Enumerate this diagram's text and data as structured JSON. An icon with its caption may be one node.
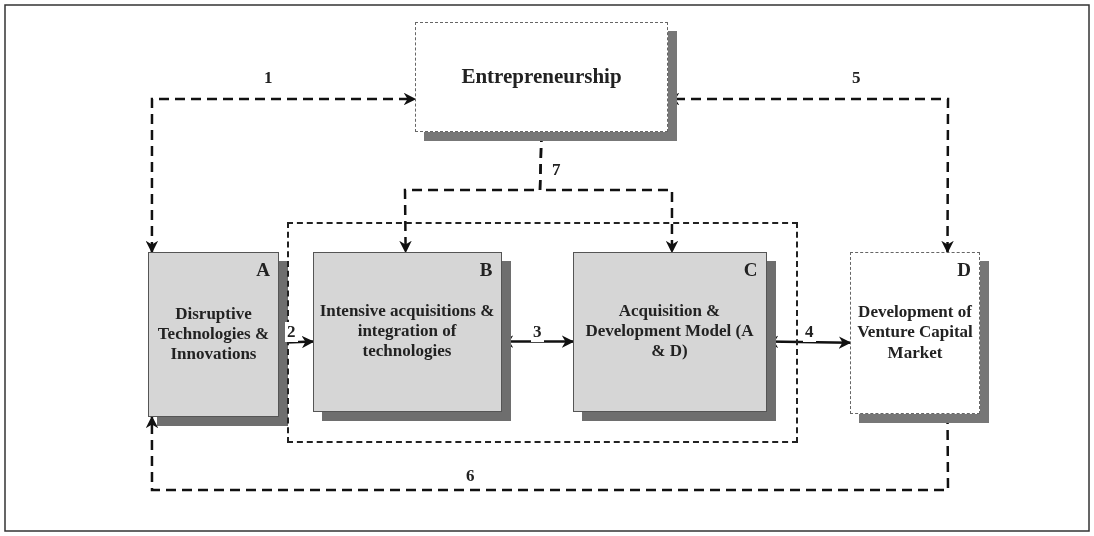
{
  "diagram": {
    "nodes": [
      {
        "text": [
          "Entrepreneurship"
        ]
      },
      {
        "text": [
          "A",
          "Disruptive Technologies & Innovations"
        ]
      },
      {
        "text": [],
        "shape": "box"
      },
      {
        "text": [
          "B",
          "Intensive acquisitions & integration of technologies"
        ],
        "in": 2
      },
      {
        "text": [
          "C",
          "Acquisition & Development Model (A & D)"
        ],
        "in": 2
      },
      {
        "text": [
          "D",
          "Development of Venture Capital Market"
        ]
      }
    ],
    "edges": [
      {
        "from": 1,
        "to": 0,
        "arrow": "both",
        "label": "1",
        "style": "dashed"
      },
      {
        "from": 1,
        "to": 3,
        "arrow": "to",
        "label": "2"
      },
      {
        "from": 3,
        "to": 4,
        "arrow": "both",
        "label": "3"
      },
      {
        "from": 4,
        "to": 5,
        "arrow": "both",
        "label": "4"
      },
      {
        "from": 5,
        "to": 0,
        "arrow": "both",
        "label": "5",
        "style": "dashed"
      },
      {
        "from": 5,
        "to": 1,
        "arrow": "to",
        "label": "6",
        "style": "dashed"
      },
      {
        "from": 0,
        "to": 3,
        "arrow": "to",
        "label": "7",
        "style": "dashed"
      },
      {
        "from": 0,
        "to": 4,
        "arrow": "to",
        "style": "dashed"
      }
    ]
  }
}
